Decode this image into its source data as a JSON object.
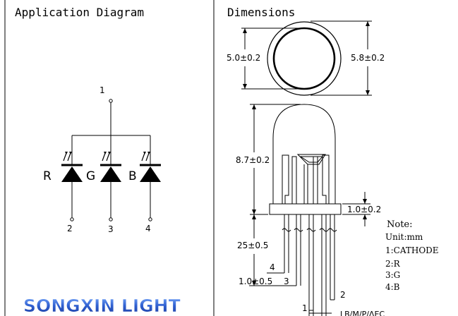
{
  "left_panel": {
    "title": "Application Diagram",
    "pin_labels": {
      "common": "1",
      "red": "2",
      "green": "3",
      "blue": "4"
    },
    "led_labels": {
      "red": "R",
      "green": "G",
      "blue": "B"
    }
  },
  "right_panel": {
    "title": "Dimensions",
    "top_view": {
      "inner_dim": "5.0±0.2",
      "outer_dim": "5.8±0.2"
    },
    "side_view": {
      "body_height": "8.7±0.2",
      "flange_height": "1.0±0.2",
      "lead_length": "25±0.5",
      "lead_spacing": "1.0±0.5",
      "lead_labels": {
        "pin4": "4",
        "pin3": "3",
        "pin2": "2",
        "pin1": "1"
      },
      "partial_text": "LB/M/P/ΛEC"
    },
    "note": {
      "title": "Note:",
      "unit": "Unit:mm",
      "items": [
        "1:CATHODE",
        "2:R",
        "3:G",
        "4:B"
      ]
    }
  },
  "watermark": {
    "text": "SONGXIN LIGHT",
    "color": "#2f5fd0"
  }
}
